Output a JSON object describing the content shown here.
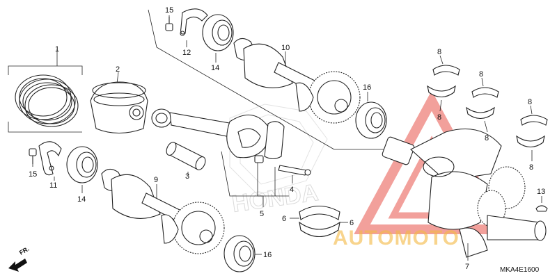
{
  "diagram": {
    "callouts": {
      "c1": "1",
      "c2": "2",
      "c3": "3",
      "c4": "4",
      "c5": "5",
      "c6a": "6",
      "c6b": "6",
      "c7": "7",
      "c8a": "8",
      "c8b": "8",
      "c8c": "8",
      "c8d": "8",
      "c8e": "8",
      "c8f": "8",
      "c9": "9",
      "c10": "10",
      "c11": "11",
      "c12": "12",
      "c13": "13",
      "c14a": "14",
      "c14b": "14",
      "c15a": "15",
      "c15b": "15",
      "c16a": "16",
      "c16b": "16"
    },
    "diagram_code": "MKA4E1600",
    "front_marker": "FR.",
    "watermark_text": "AUTOMOTO",
    "watermark_color": "#e8534a",
    "watermark_accent": "#f4b942"
  }
}
